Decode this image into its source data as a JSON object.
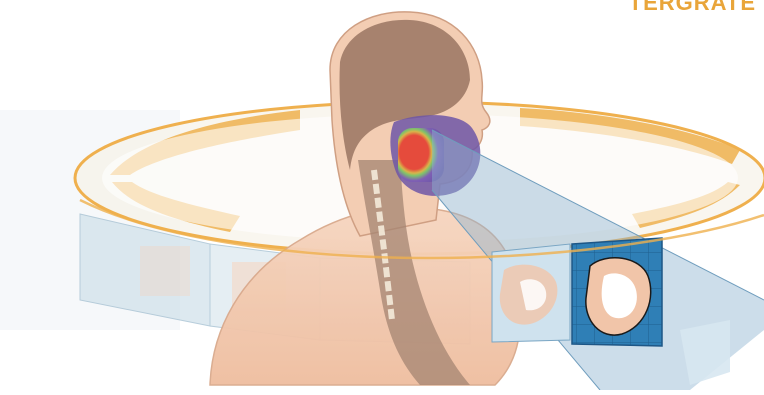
{
  "caption": "TERGRATE",
  "colors": {
    "ring_orange": "#efb04e",
    "ring_fill": "#f6f1e6",
    "beam_blue": "#8fb4d0",
    "detector_blue": "#2f7fb6",
    "skin": "#f1c5a9",
    "tissue": "#9e7a66",
    "dose_red": "#e54b3c",
    "dose_purple": "#7f5fb4",
    "dose_green": "#7fc36a"
  },
  "elements": {
    "gantry_ring": "gantry-ring",
    "projection_beam": "projection-beam",
    "detector_panel": "detector-panel",
    "patient_head": "patient-head",
    "dose_region": "dose-region"
  }
}
